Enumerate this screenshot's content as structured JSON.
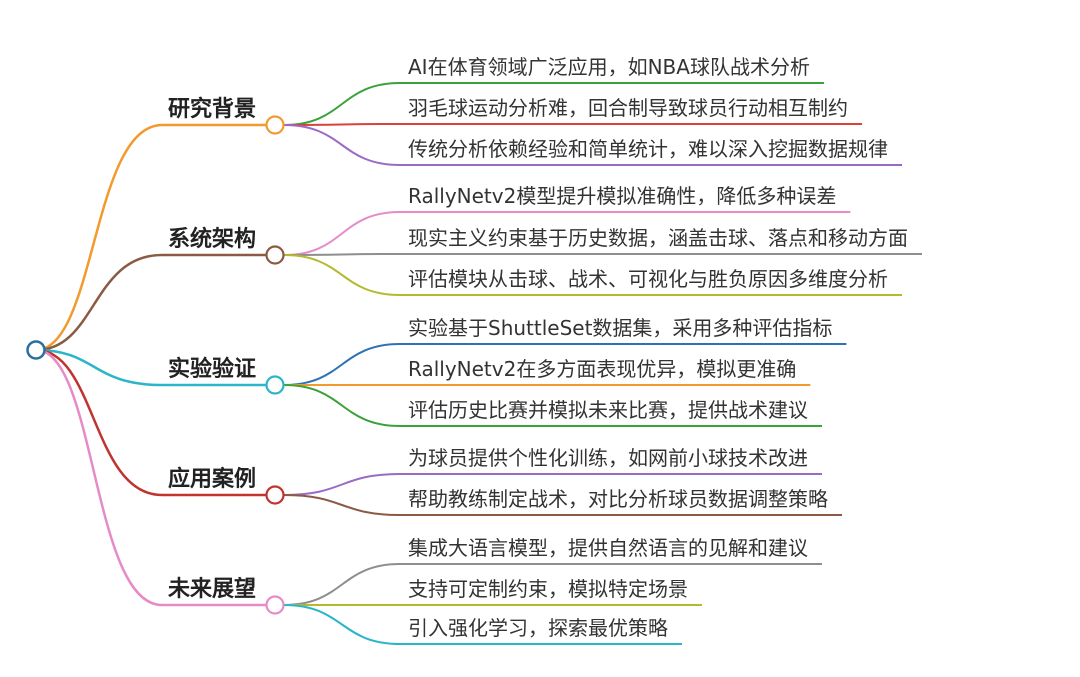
{
  "root": {
    "color": "#2a6f9e"
  },
  "branches": [
    {
      "label": "研究背景",
      "color": "#f29a2e",
      "children": [
        {
          "label": "AI在体育领域广泛应用，如NBA球队战术分析",
          "color": "#3aa23a"
        },
        {
          "label": "羽毛球运动分析难，回合制导致球员行动相互制约",
          "color": "#d9413b"
        },
        {
          "label": "传统分析依赖经验和简单统计，难以深入挖掘数据规律",
          "color": "#9b6ac4"
        }
      ]
    },
    {
      "label": "系统架构",
      "color": "#8b5a44",
      "children": [
        {
          "label": "RallyNetv2模型提升模拟准确性，降低多种误差",
          "color": "#e58bc8"
        },
        {
          "label": "现实主义约束基于历史数据，涵盖击球、落点和移动方面",
          "color": "#8e8e8e"
        },
        {
          "label": "评估模块从击球、战术、可视化与胜负原因多维度分析",
          "color": "#b5ba2b"
        }
      ]
    },
    {
      "label": "实验验证",
      "color": "#2ab5c9",
      "children": [
        {
          "label": "实验基于ShuttleSet数据集，采用多种评估指标",
          "color": "#2b73b5"
        },
        {
          "label": "RallyNetv2在多方面表现优异，模拟更准确",
          "color": "#f29a2e"
        },
        {
          "label": "评估历史比赛并模拟未来比赛，提供战术建议",
          "color": "#3aa23a"
        }
      ]
    },
    {
      "label": "应用案例",
      "color": "#c0332e",
      "children": [
        {
          "label": "为球员提供个性化训练，如网前小球技术改进",
          "color": "#9b6ac4"
        },
        {
          "label": "帮助教练制定战术，对比分析球员数据调整策略",
          "color": "#8b5a44"
        }
      ]
    },
    {
      "label": "未来展望",
      "color": "#e58bc8",
      "children": [
        {
          "label": "集成大语言模型，提供自然语言的见解和建议",
          "color": "#8e8e8e"
        },
        {
          "label": "支持可定制约束，模拟特定场景",
          "color": "#b5ba2b"
        },
        {
          "label": "引入强化学习，探索最优策略",
          "color": "#2ab5c9"
        }
      ]
    }
  ]
}
